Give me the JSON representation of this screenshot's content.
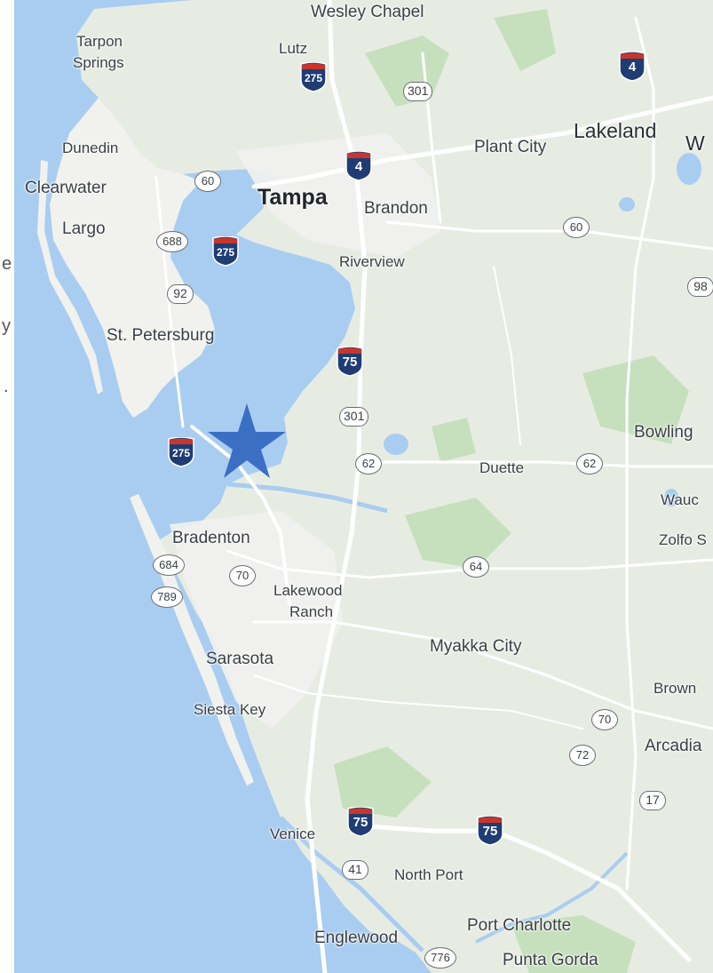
{
  "left_text_fragments": [
    "e",
    "y",
    "."
  ],
  "colors": {
    "water": "#a9cdf0",
    "land": "#e7ece3",
    "urban": "#f1f2ee",
    "park": "#c6e0bd",
    "road": "#ffffff",
    "star": "#3a6fc4",
    "interstate_blue": "#1f3d73",
    "interstate_red": "#c9352b"
  },
  "marker": {
    "type": "star",
    "icon": "star-icon",
    "color": "#3a6fc4",
    "near": "Bradenton"
  },
  "places": {
    "wesley_chapel": "Wesley Chapel",
    "tarpon_springs_1": "Tarpon",
    "tarpon_springs_2": "Springs",
    "lutz": "Lutz",
    "dunedin": "Dunedin",
    "plant_city": "Plant City",
    "lakeland": "Lakeland",
    "clearwater": "Clearwater",
    "tampa": "Tampa",
    "brandon": "Brandon",
    "largo": "Largo",
    "riverview": "Riverview",
    "st_petersburg": "St. Petersburg",
    "bowling": "Bowling",
    "duette": "Duette",
    "wauc": "Wauc",
    "bradenton": "Bradenton",
    "zolfo": "Zolfo S",
    "lakewood_1": "Lakewood",
    "lakewood_2": "Ranch",
    "myakka": "Myakka City",
    "sarasota": "Sarasota",
    "brown": "Brown",
    "siesta": "Siesta Key",
    "arcadia": "Arcadia",
    "venice": "Venice",
    "north_port": "North Port",
    "englewood": "Englewood",
    "port_charlotte": "Port Charlotte",
    "punta_gorda": "Punta Gorda",
    "w_edge": "W"
  },
  "shields": {
    "i275_north": "275",
    "i4_west": "4",
    "i4_east": "4",
    "i275_tampa": "275",
    "i75_riverview": "75",
    "i275_skyway": "275",
    "i75_venice": "75",
    "i75_east": "75",
    "us301_north": "301",
    "us92": "92",
    "us301_south": "301",
    "us98": "98",
    "us41": "41",
    "us17": "17",
    "sr60_west": "60",
    "sr688": "688",
    "sr60_east": "60",
    "sr62_west": "62",
    "sr62_east": "62",
    "sr684": "684",
    "sr70_west": "70",
    "sr789": "789",
    "sr64": "64",
    "sr70_east": "70",
    "sr72": "72",
    "sr776": "776"
  }
}
